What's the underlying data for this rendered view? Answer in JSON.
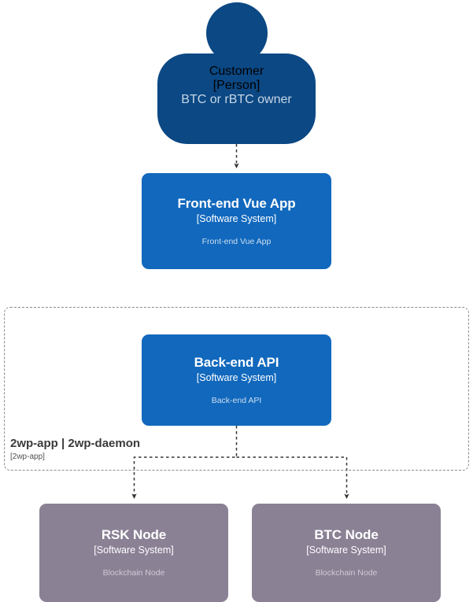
{
  "diagram": {
    "type": "C4 System Context / Container diagram",
    "background": "#ffffff",
    "colors": {
      "person": "#0b4884",
      "software_system": "#1168bd",
      "external_node": "#8a8195",
      "boundary_border": "#8c8c8c",
      "relationship": "#333333"
    }
  },
  "nodes": [
    {
      "id": "customer",
      "shape": "person",
      "title": "Customer",
      "type": "[Person]",
      "description": "BTC or rBTC owner"
    },
    {
      "id": "frontend",
      "shape": "box",
      "title": "Front-end Vue App",
      "type": "[Software System]",
      "description": "Front-end Vue App"
    },
    {
      "id": "backend",
      "shape": "box",
      "title": "Back-end API",
      "type": "[Software System]",
      "description": "Back-end API"
    },
    {
      "id": "rsk_node",
      "shape": "box",
      "title": "RSK Node",
      "type": "[Software System]",
      "description": "Blockchain Node"
    },
    {
      "id": "btc_node",
      "shape": "box",
      "title": "BTC Node",
      "type": "[Software System]",
      "description": "Blockchain Node"
    }
  ],
  "boundary": {
    "title": "2wp-app | 2wp-daemon",
    "type": "[2wp-app]"
  },
  "relationships": [
    {
      "from": "customer",
      "to": "frontend",
      "style": "dashed-arrow",
      "label": ""
    },
    {
      "from": "frontend",
      "to": "backend",
      "style": "implicit",
      "label": ""
    },
    {
      "from": "backend",
      "to": "rsk_node",
      "style": "dashed-arrow",
      "label": ""
    },
    {
      "from": "backend",
      "to": "btc_node",
      "style": "dashed-arrow",
      "label": ""
    }
  ]
}
